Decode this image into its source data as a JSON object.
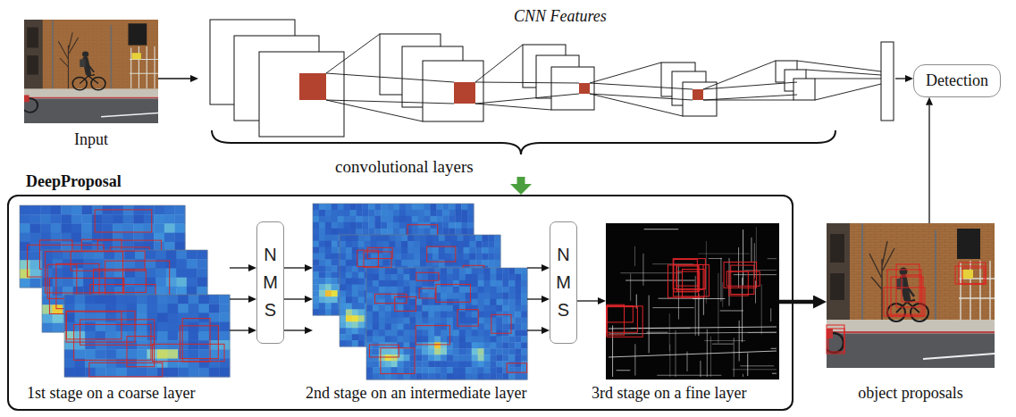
{
  "diagram": {
    "nodes": [
      {
        "text": [
          "Input"
        ]
      },
      {
        "text": [
          "CNN Features",
          "convolutional layers"
        ]
      },
      {
        "text": [
          "Detection"
        ]
      },
      {
        "text": [
          "DeepProposal"
        ]
      },
      {
        "text": [
          "1st stage on a coarse layer"
        ],
        "in": 3
      },
      {
        "text": [
          "N M S"
        ],
        "in": 3
      },
      {
        "text": [
          "2nd stage on an intermediate layer"
        ],
        "in": 3
      },
      {
        "text": [
          "N M S"
        ],
        "in": 3
      },
      {
        "text": [
          "3rd stage on a fine layer"
        ],
        "in": 3
      },
      {
        "text": [
          "object proposals"
        ]
      }
    ],
    "edges": [
      {
        "from": 0,
        "to": 1,
        "arrow": "to"
      },
      {
        "from": 1,
        "to": 2,
        "arrow": "to"
      },
      {
        "from": 1,
        "to": 3,
        "arrow": "to"
      },
      {
        "from": 4,
        "to": 5,
        "arrow": "to"
      },
      {
        "from": 4,
        "to": 5,
        "arrow": "to"
      },
      {
        "from": 4,
        "to": 5,
        "arrow": "to"
      },
      {
        "from": 5,
        "to": 6,
        "arrow": "to"
      },
      {
        "from": 5,
        "to": 6,
        "arrow": "to"
      },
      {
        "from": 5,
        "to": 6,
        "arrow": "to"
      },
      {
        "from": 6,
        "to": 7,
        "arrow": "to"
      },
      {
        "from": 6,
        "to": 7,
        "arrow": "to"
      },
      {
        "from": 6,
        "to": 7,
        "arrow": "to"
      },
      {
        "from": 7,
        "to": 8,
        "arrow": "to"
      },
      {
        "from": 8,
        "to": 9,
        "arrow": "to"
      },
      {
        "from": 9,
        "to": 2,
        "arrow": "to"
      }
    ]
  }
}
